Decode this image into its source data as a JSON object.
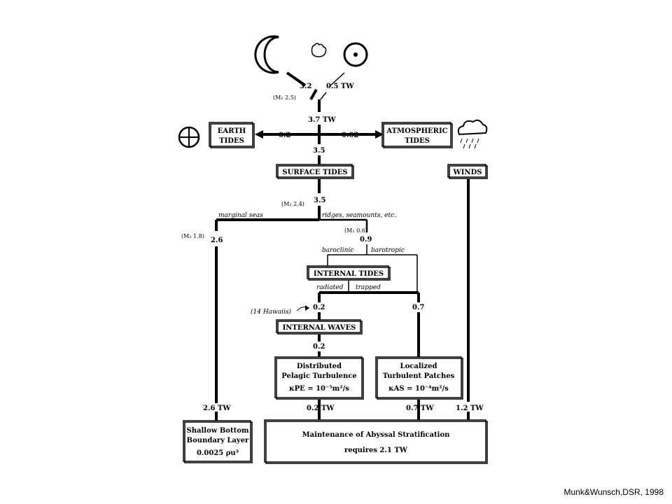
{
  "caption": "Munk&Wunsch,DSR, 1998",
  "nodes": {
    "earth_tides": [
      "EARTH",
      "TIDES"
    ],
    "atmospheric_tides": [
      "ATMOSPHERIC",
      "TIDES"
    ],
    "surface_tides": "SURFACE TIDES",
    "winds": "WINDS",
    "internal_tides": "INTERNAL TIDES",
    "internal_waves": "INTERNAL WAVES",
    "pelagic": [
      "Distributed",
      "Pelagic Turbulence",
      "κPE = 10⁻⁵m²/s"
    ],
    "patches": [
      "Localized",
      "Turbulent Patches",
      "κAS = 10⁻⁴m²/s"
    ],
    "shallow": [
      "Shallow Bottom",
      "Boundary Layer",
      "0.0025 ρu³"
    ],
    "abyssal": [
      "Maintenance of Abyssal Stratification",
      "requires 2.1 TW"
    ]
  },
  "flows": {
    "moon": "3.2",
    "sun": "0.5 TW",
    "moon_m2": "(M₂ 2.5)",
    "total": "3.7 TW",
    "to_earth": "0.2",
    "to_atmos": "0.02",
    "surface_in": "3.5",
    "surface_out": "3.5",
    "surface_out_m2": "(M₂ 2.4)",
    "marginal_seas": "marginal seas",
    "ridges": "ridges, seamounts, etc.",
    "marginal_m2": "(M₂ 1.8)",
    "marginal_val": "2.6",
    "ridges_m2": "(M₂ 0.6)",
    "ridges_val": "0.9",
    "baroclinic": "baroclinic",
    "barotropic": "barotropic",
    "radiated": "radiated",
    "trapped": "trapped",
    "hawaii": "(14 Hawaiis)",
    "radiated_val": "0.2",
    "trapped_val": "0.7",
    "waves_out": "0.2",
    "shallow_in": "2.6 TW",
    "pelagic_out": "0.2 TW",
    "patches_out": "0.7 TW",
    "winds_out": "1.2 TW"
  },
  "icons": [
    "moon-icon",
    "hand-icon",
    "sun-icon",
    "earth-icon",
    "cloud-rain-icon"
  ]
}
